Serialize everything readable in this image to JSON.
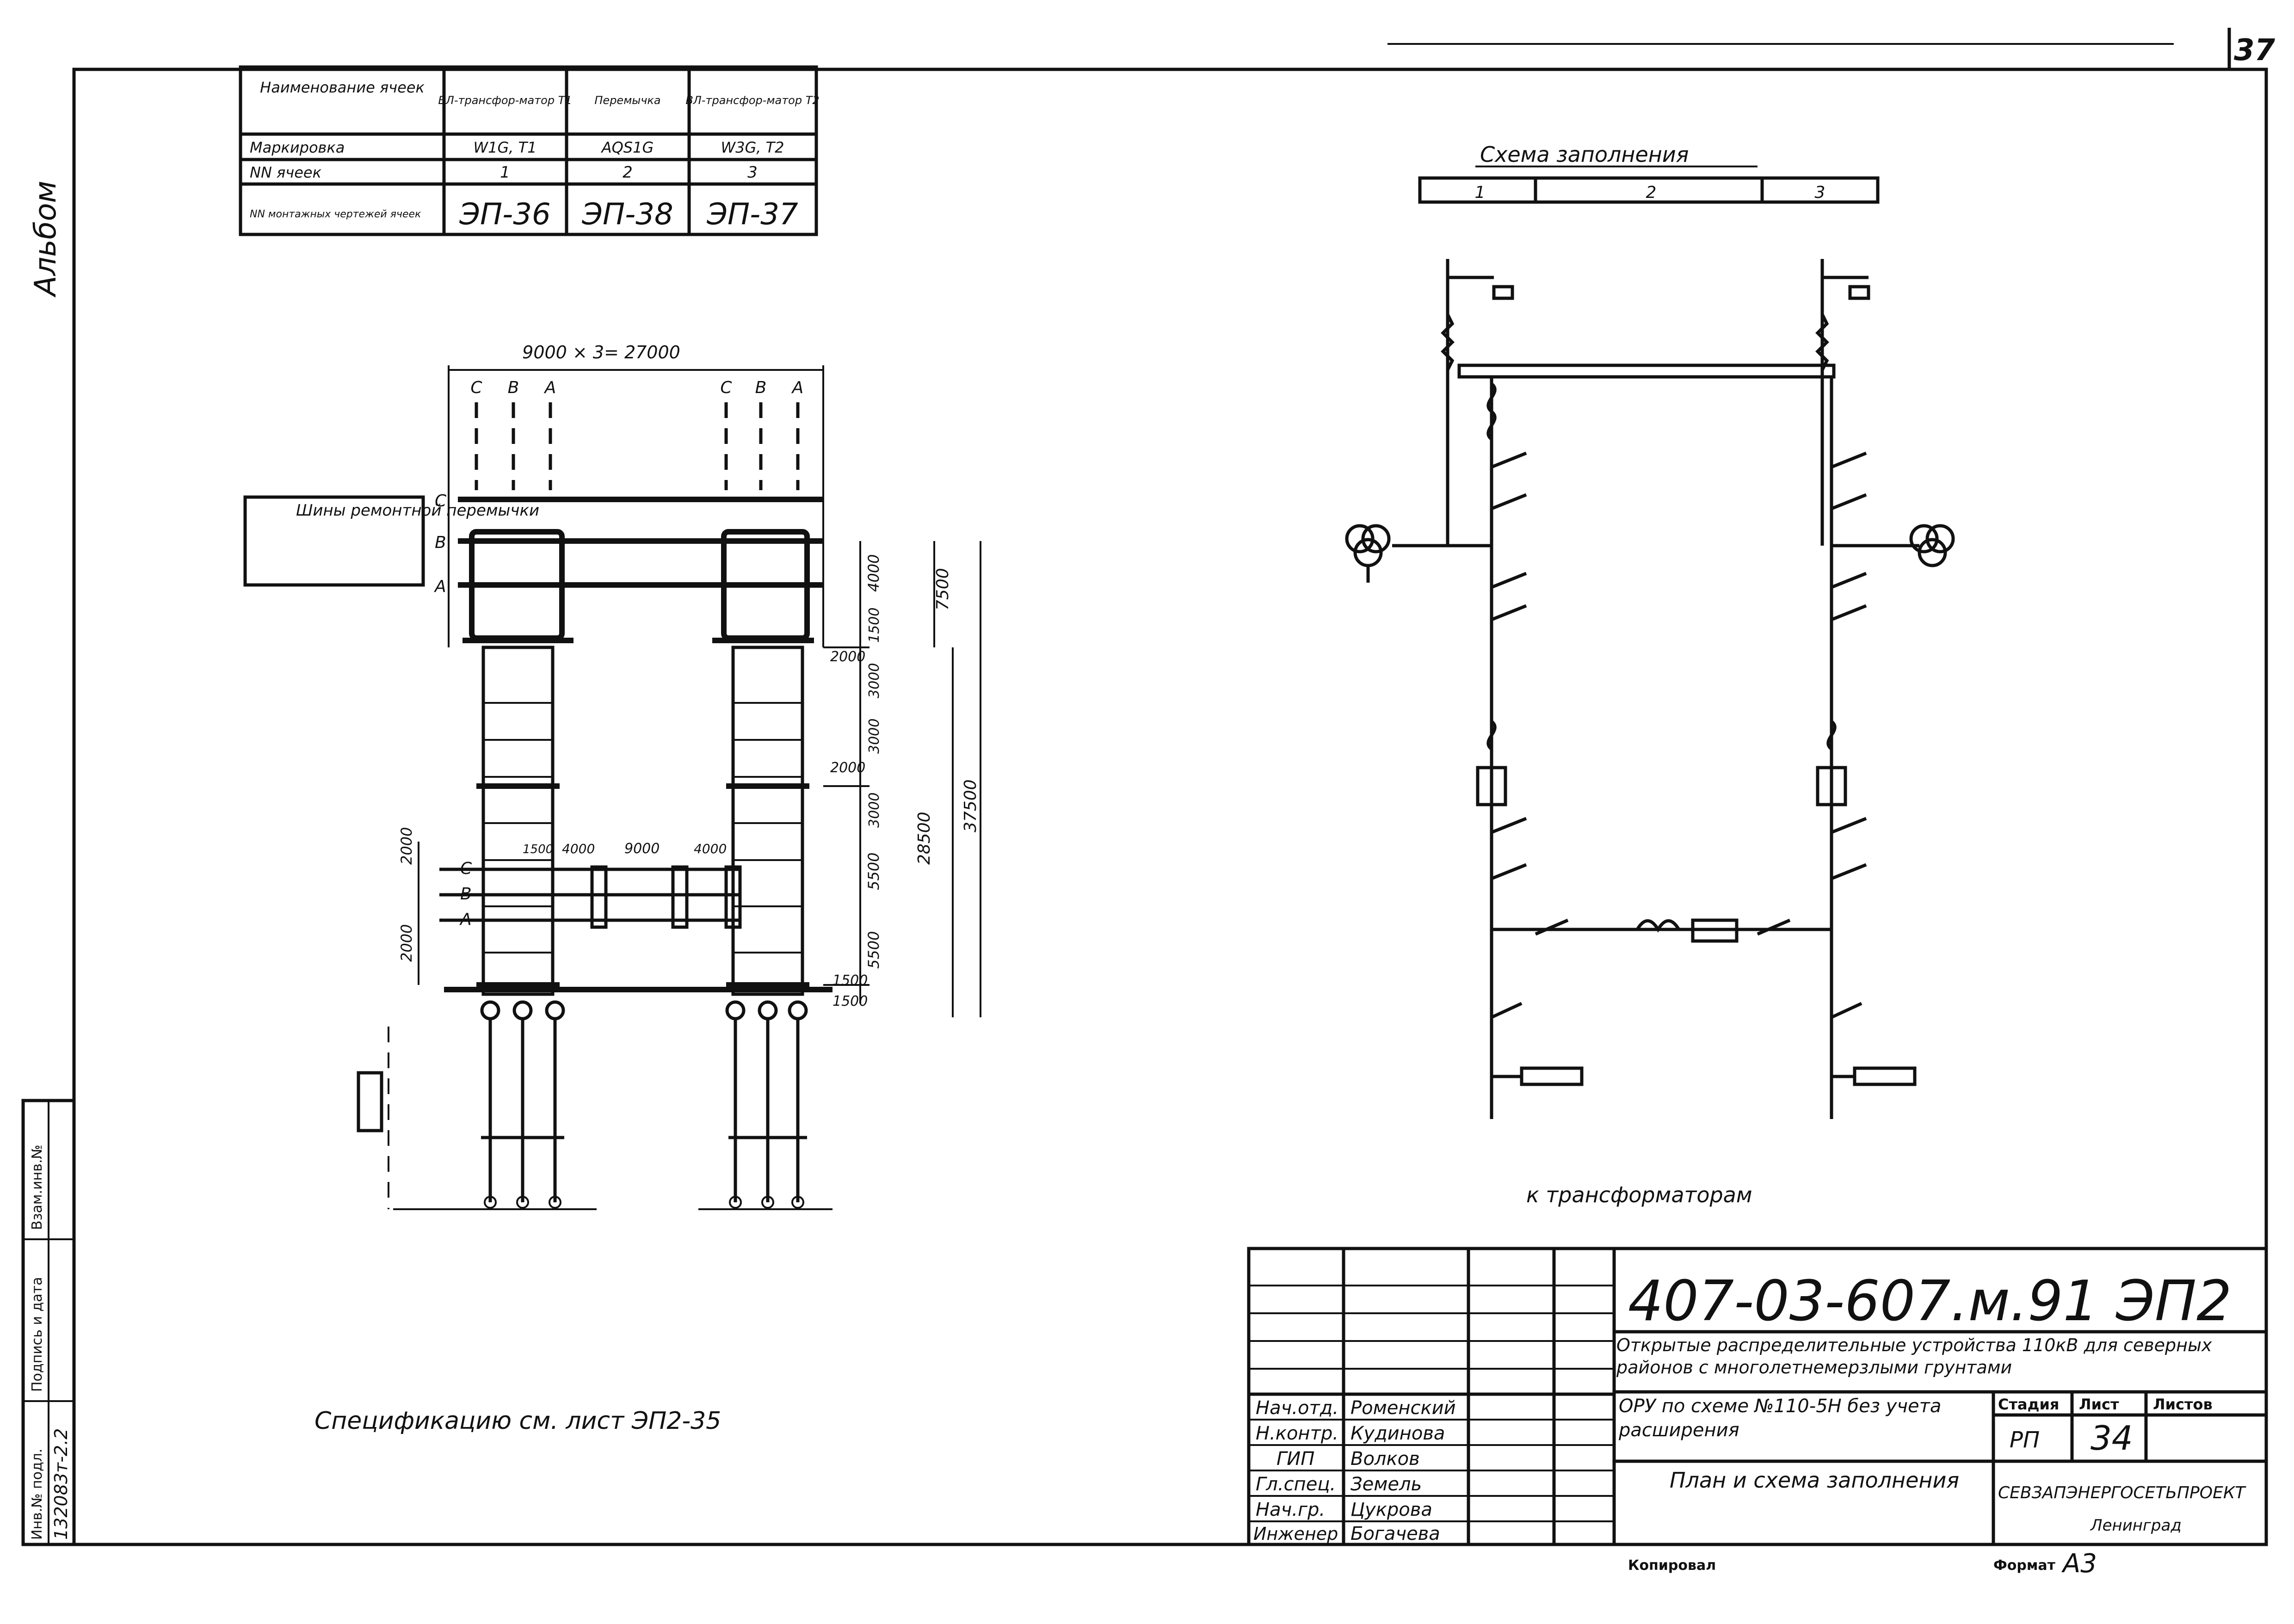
{
  "sheet_corner_number": "37",
  "album_label": "Альбом",
  "cell_table": {
    "rows": [
      {
        "head": "Наименование ячеек",
        "cells": [
          "ВЛ-трансфор-матор Т1",
          "Перемычка",
          "ВЛ-трансфор-матор Т2"
        ]
      },
      {
        "head": "Маркировка",
        "cells": [
          "W1G, Т1",
          "AQS1G",
          "W3G, Т2"
        ]
      },
      {
        "head": "NN ячеек",
        "cells": [
          "1",
          "2",
          "3"
        ]
      },
      {
        "head": "NN монтажных чертежей ячеек",
        "cells": [
          "ЭП-36",
          "ЭП-38",
          "ЭП-37"
        ]
      }
    ]
  },
  "plan": {
    "dim_top": "9000 × 3= 27000",
    "phase_labels": [
      "C",
      "B",
      "A"
    ],
    "bus_caption": "Шины ремонтной перемычки",
    "dims": [
      "4000",
      "7500",
      "1500",
      "2000",
      "3000",
      "3000",
      "2000",
      "3000",
      "5500",
      "5500",
      "1500",
      "1500",
      "28500",
      "37500",
      "1500",
      "4000",
      "9000",
      "4000",
      "2000",
      "2000"
    ]
  },
  "scheme": {
    "title": "Схема заполнения",
    "cell_numbers": [
      "1",
      "2",
      "3"
    ],
    "caption": "к трансформаторам"
  },
  "spec_note": "Спецификацию см. лист ЭП2-35",
  "left_stamp": {
    "labels": [
      "Инв.№ подл.",
      "Подпись и дата",
      "Взам.инв.№"
    ],
    "inv_number": "132083т-2.2"
  },
  "title_block": {
    "code": "407-03-607.м.91   ЭП2",
    "description": "Открытые распределительные устройства 110кВ для северных районов с многолетнемерзлыми грунтами",
    "scheme_line": "ОРУ по схеме №110-5Н без учета расширения",
    "sheet_title": "План и схема заполнения",
    "headers": [
      "Стадия",
      "Лист",
      "Листов"
    ],
    "stage": "РП",
    "sheet": "34",
    "sheets": "",
    "org": "СЕВЗАПЭНЕРГОСЕТЬПРОЕКТ",
    "city": "Ленинград",
    "copied": "Копировал",
    "format_label": "Формат",
    "format_value": "А3",
    "personnel": [
      {
        "role": "Нач.отд.",
        "name": "Роменский"
      },
      {
        "role": "Н.контр.",
        "name": "Кудинова"
      },
      {
        "role": "ГИП",
        "name": "Волков"
      },
      {
        "role": "Гл.спец.",
        "name": "Земель"
      },
      {
        "role": "Нач.гр.",
        "name": "Цукрова"
      },
      {
        "role": "Инженер",
        "name": "Богачева"
      }
    ]
  }
}
